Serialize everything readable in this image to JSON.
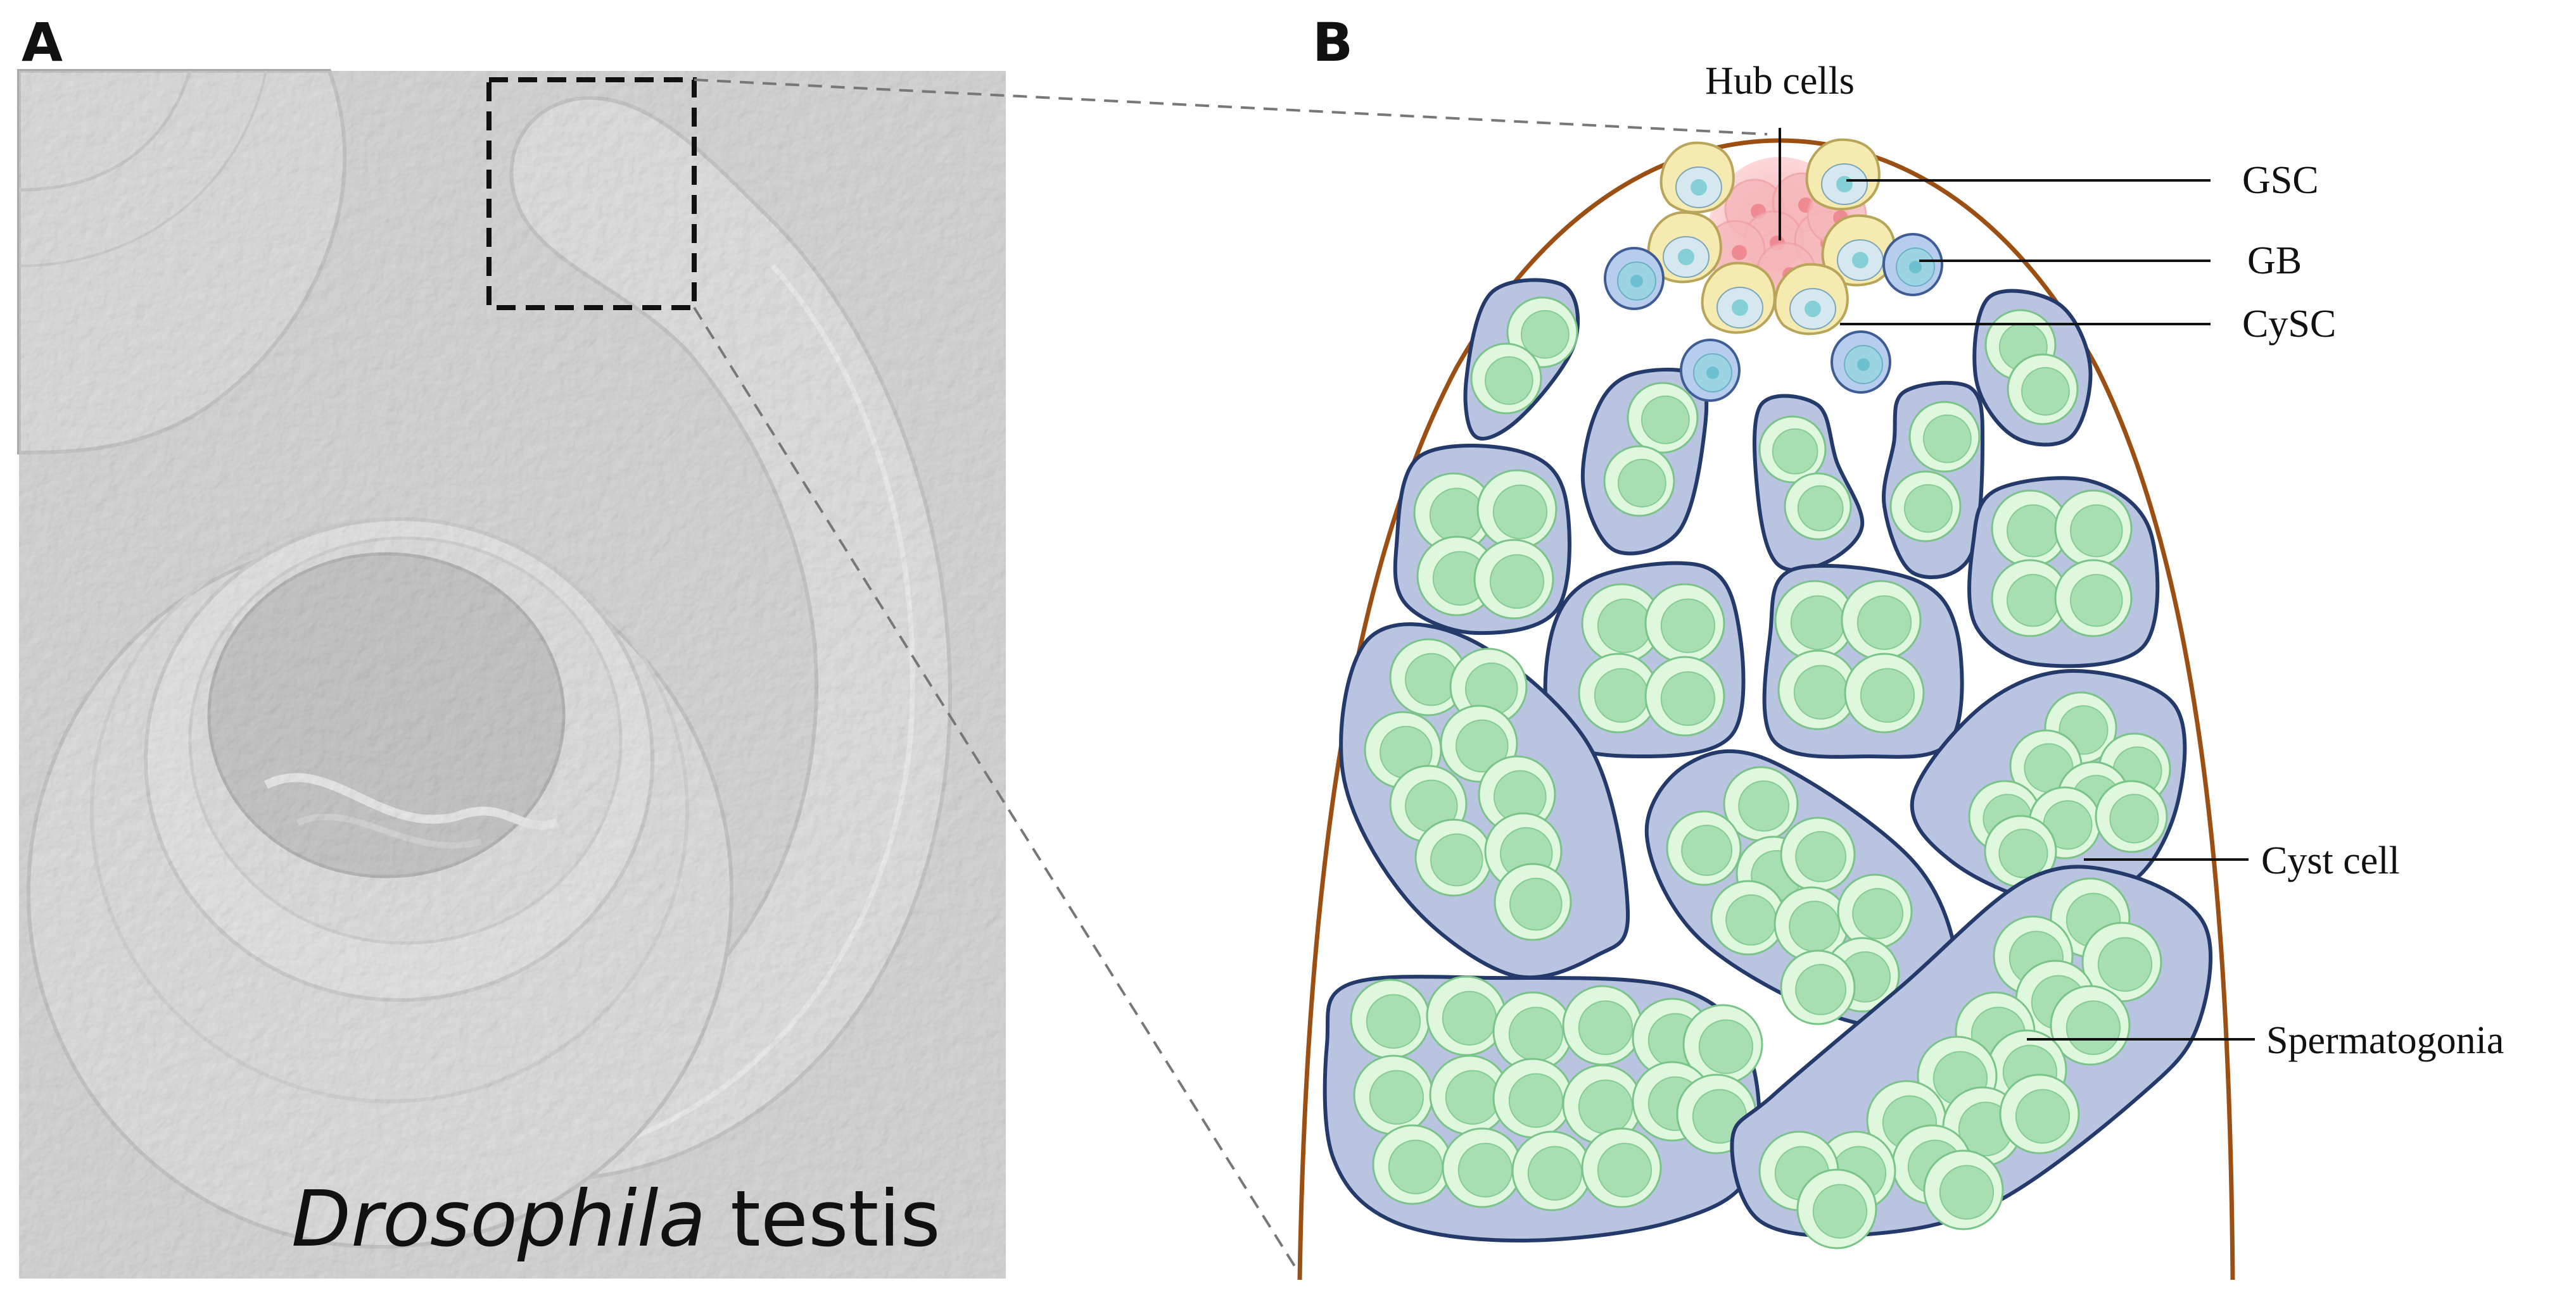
{
  "panel_a": {
    "letter": "A",
    "caption_italic": "Drosophila",
    "caption_rest": " testis"
  },
  "panel_b": {
    "letter": "B",
    "labels": {
      "hub_cells": "Hub cells",
      "gsc": "GSC",
      "gb": "GB",
      "cysc": "CySC",
      "cyst_cell": "Cyst cell",
      "spermatogonia": "Spermatogonia"
    }
  },
  "colors": {
    "testis_outline": "#9c4f12",
    "cyst_fill": "#b9c4e0",
    "cyst_border": "#243a6b",
    "germ_cell": "#a7dfb2",
    "hub_cell": "#f4a3a8",
    "cysc_shell": "#f5eab0"
  }
}
